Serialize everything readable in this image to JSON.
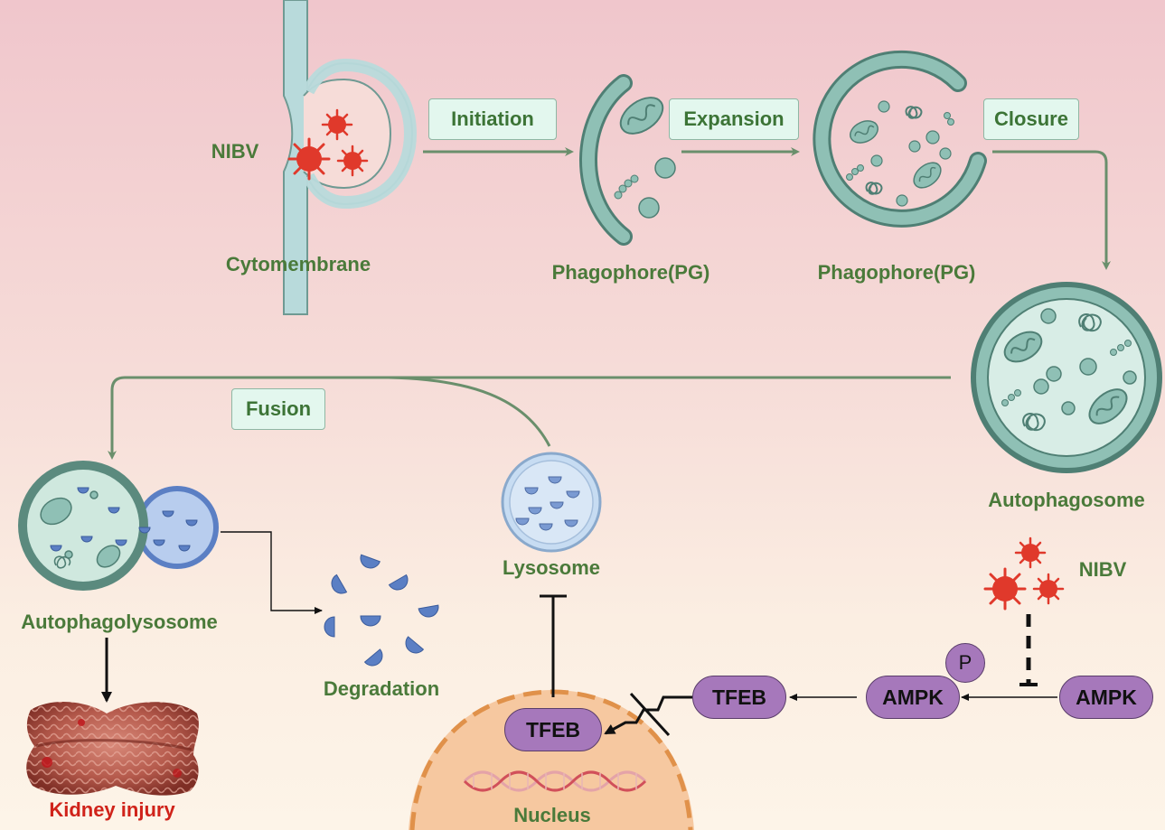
{
  "labels": {
    "nibv_top": "NIBV",
    "cytomembrane": "Cytomembrane",
    "phagophore_1": "Phagophore(PG)",
    "phagophore_2": "Phagophore(PG)",
    "autophagosome": "Autophagosome",
    "autophagolysosome": "Autophagolysosome",
    "degradation": "Degradation",
    "lysosome": "Lysosome",
    "kidney_injury": "Kidney injury",
    "nucleus": "Nucleus",
    "nibv_bottom": "NIBV"
  },
  "steps": {
    "initiation": "Initiation",
    "expansion": "Expansion",
    "closure": "Closure",
    "fusion": "Fusion"
  },
  "proteins": {
    "ampk_right": "AMPK",
    "ampk_p": "AMPK",
    "phospho": "P",
    "tfeb_cyto": "TFEB",
    "tfeb_nuc": "TFEB"
  },
  "colors": {
    "arrow_green": "#6a8f6c",
    "membrane_fill": "#b8dadb",
    "membrane_stroke": "#6f9a93",
    "virus_red": "#e0392b",
    "protein_purple": "#a678bb",
    "nucleus_orange": "#f6c8a0",
    "label_green": "#4a7a3a",
    "label_red": "#d0231a"
  }
}
